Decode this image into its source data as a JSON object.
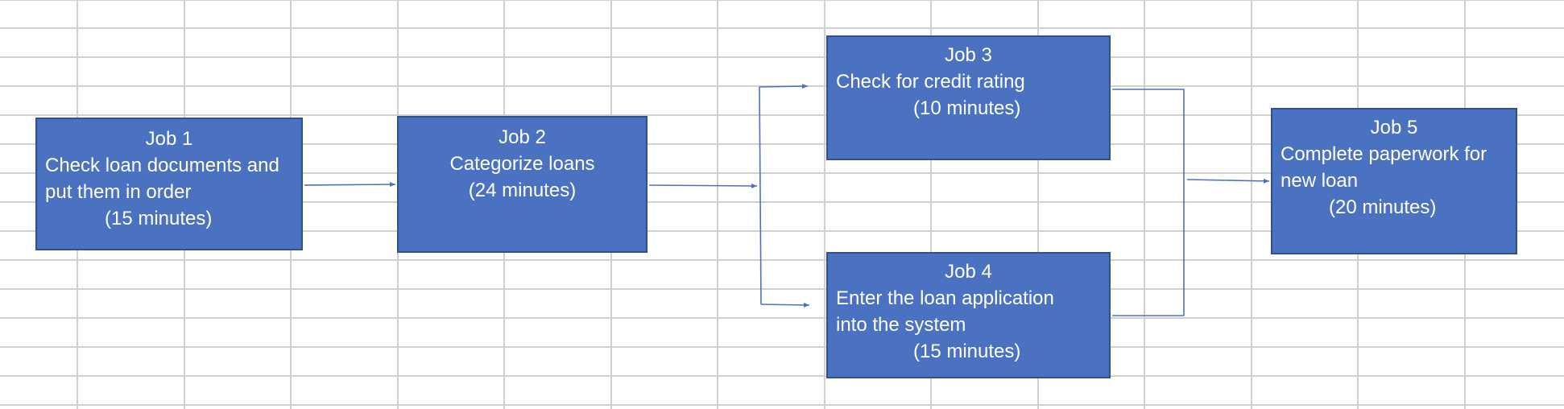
{
  "colors": {
    "box_fill": "#4a72c0",
    "box_border": "#2f528f",
    "box_text": "#ffffff",
    "connector": "#4a72c0",
    "gridline": "#d0d0d0",
    "background": "#ffffff"
  },
  "jobs": [
    {
      "id": "job-1",
      "title": "Job 1",
      "lines": [
        "Check loan documents and",
        "put them in order"
      ],
      "duration": "(15 minutes)"
    },
    {
      "id": "job-2",
      "title": "Job 2",
      "lines": [
        "Categorize loans"
      ],
      "duration": "(24 minutes)"
    },
    {
      "id": "job-3",
      "title": "Job 3",
      "lines": [
        "Check for credit rating"
      ],
      "duration": "(10 minutes)"
    },
    {
      "id": "job-4",
      "title": "Job 4",
      "lines": [
        "Enter the loan application",
        "into the system"
      ],
      "duration": "(15 minutes)"
    },
    {
      "id": "job-5",
      "title": "Job 5",
      "lines": [
        "Complete paperwork for",
        "new loan"
      ],
      "duration": "(20 minutes)"
    }
  ],
  "flow": [
    {
      "from": "job-1",
      "to": "job-2"
    },
    {
      "from": "job-2",
      "to": "job-3"
    },
    {
      "from": "job-2",
      "to": "job-4"
    },
    {
      "from": "job-3",
      "to": "job-5"
    },
    {
      "from": "job-4",
      "to": "job-5"
    }
  ]
}
